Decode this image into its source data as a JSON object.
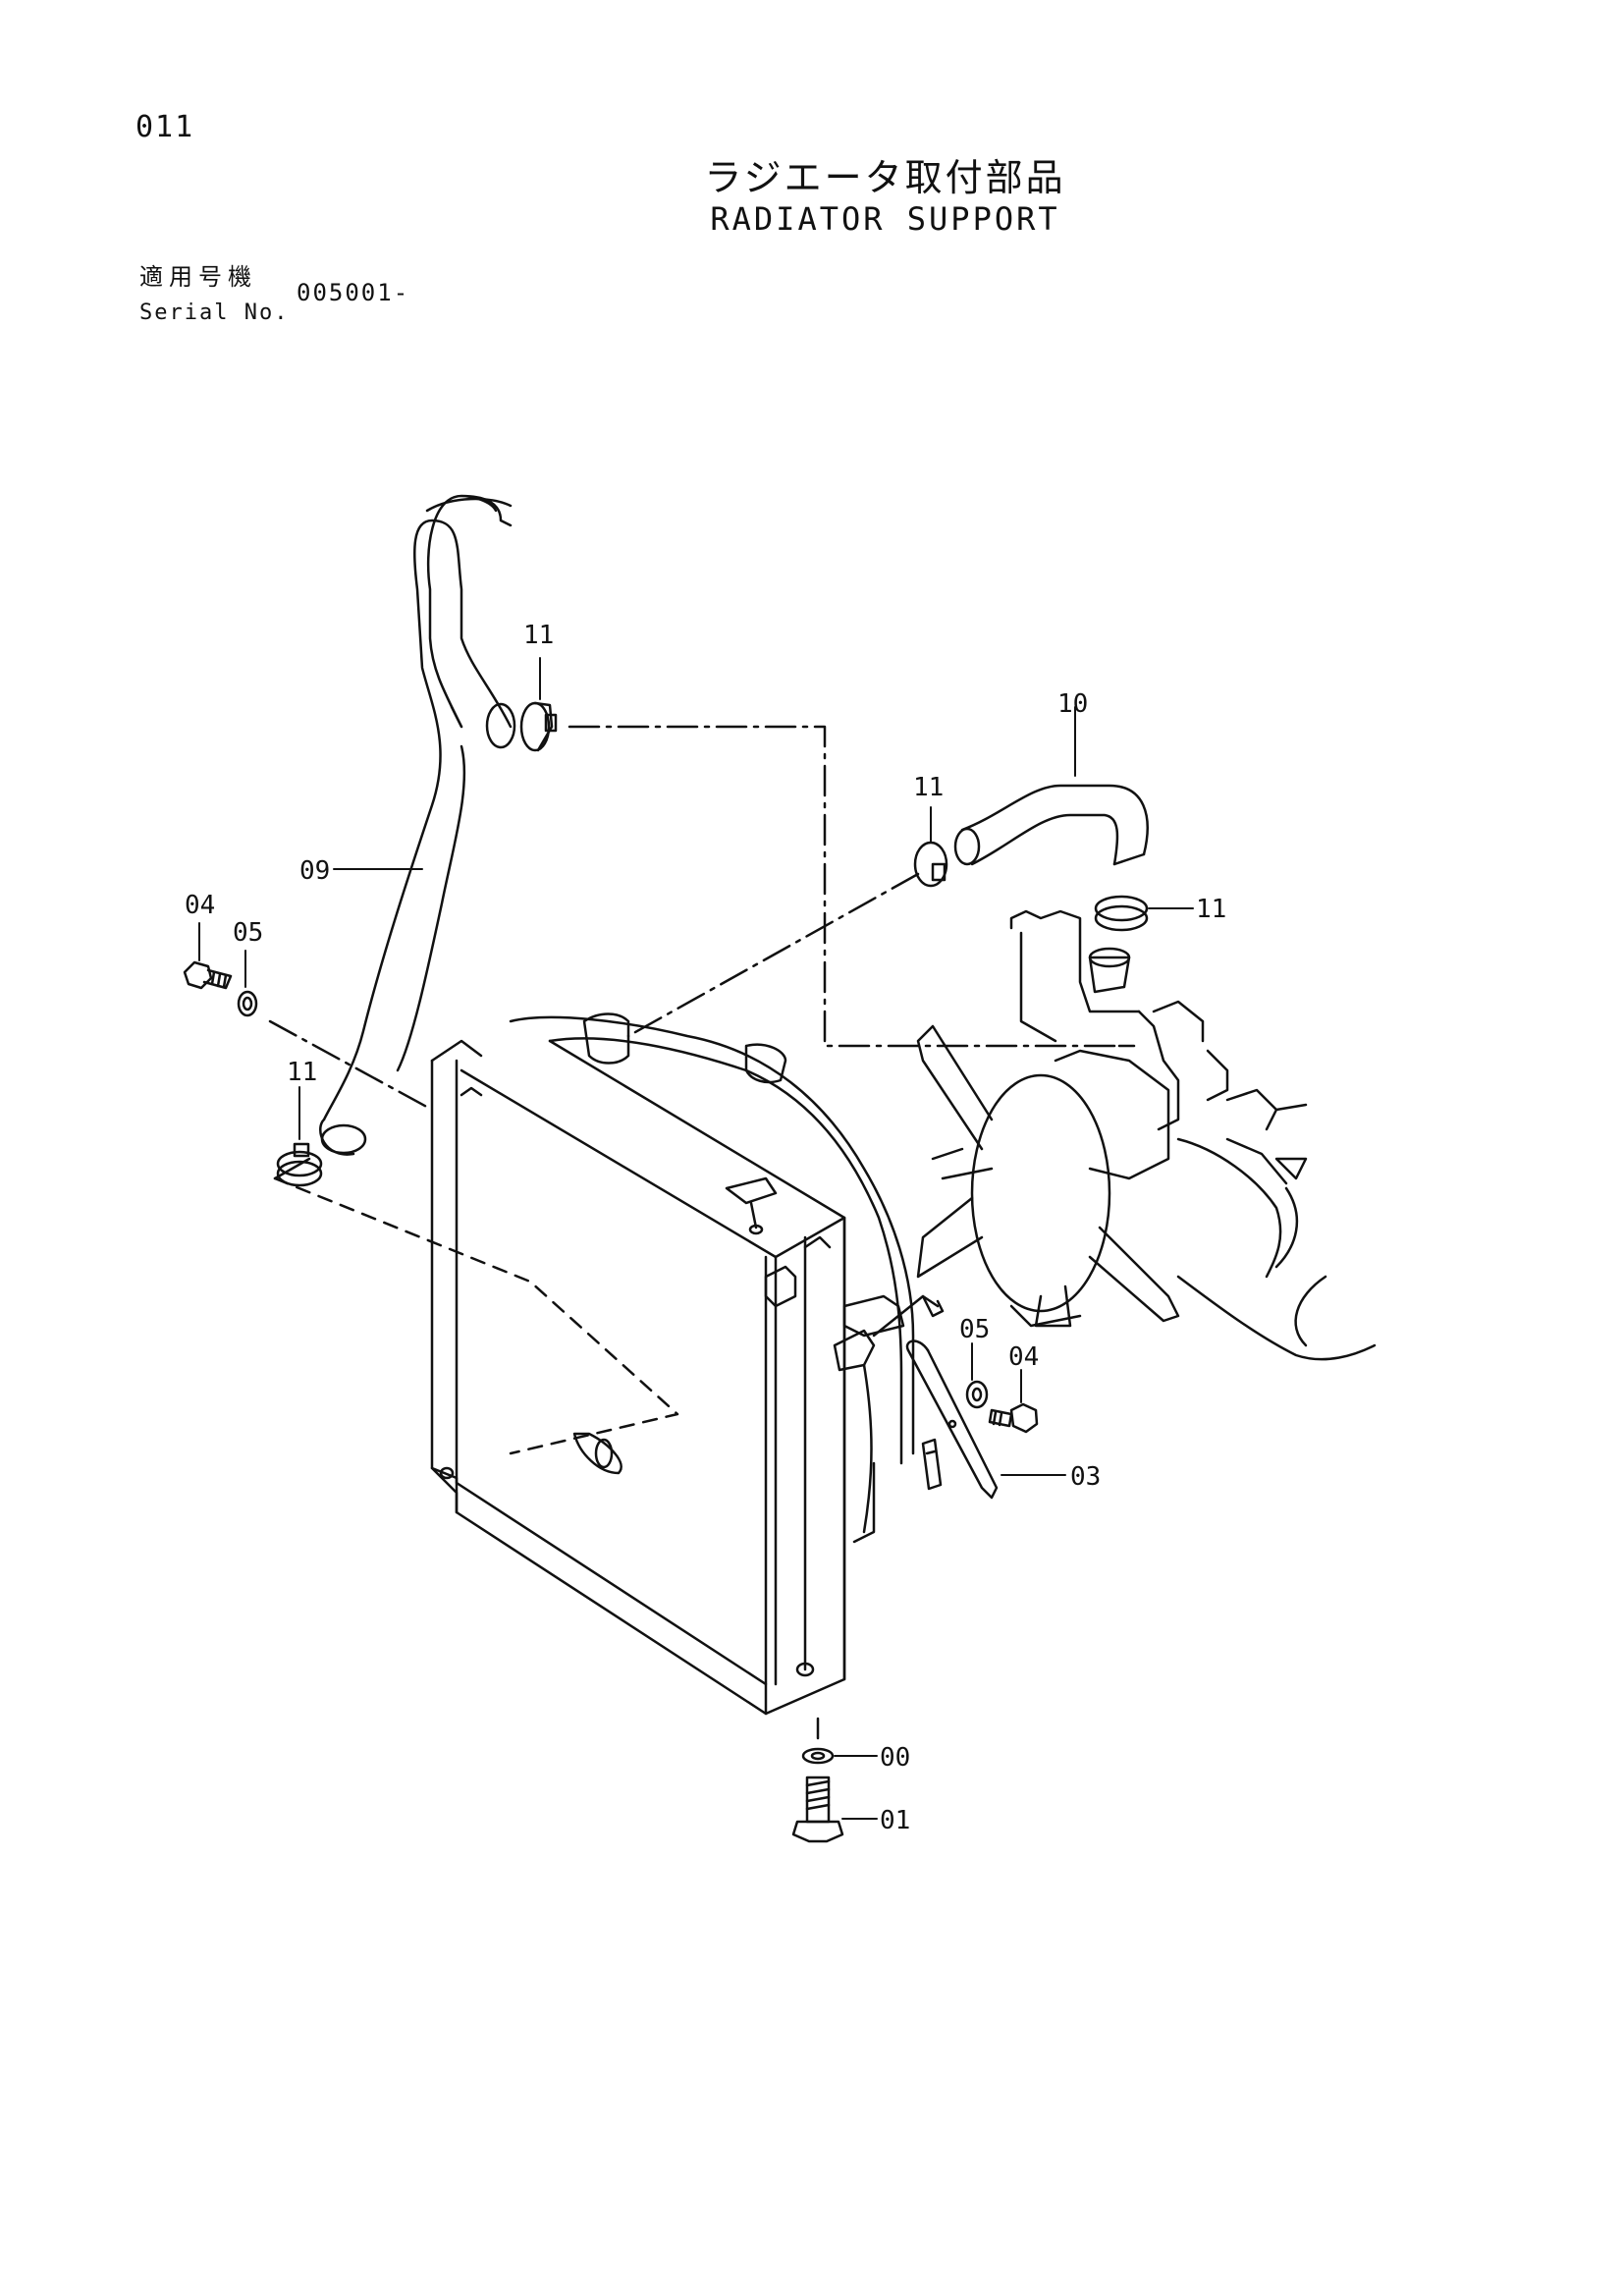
{
  "header": {
    "page_number": "011",
    "title_jp": "ラジエータ取付部品",
    "title_en": "RADIATOR SUPPORT",
    "serial_label_jp": "適用号機",
    "serial_label_en": "Serial No.",
    "serial_value": "005001-"
  },
  "callouts": [
    {
      "id": "callout-11-top",
      "label": "11"
    },
    {
      "id": "callout-10",
      "label": "10"
    },
    {
      "id": "callout-11-right-upper",
      "label": "11"
    },
    {
      "id": "callout-11-right",
      "label": "11"
    },
    {
      "id": "callout-09",
      "label": "09"
    },
    {
      "id": "callout-04-left",
      "label": "04"
    },
    {
      "id": "callout-05-left",
      "label": "05"
    },
    {
      "id": "callout-11-left",
      "label": "11"
    },
    {
      "id": "callout-05-right",
      "label": "05"
    },
    {
      "id": "callout-04-right",
      "label": "04"
    },
    {
      "id": "callout-03",
      "label": "03"
    },
    {
      "id": "callout-00",
      "label": "00"
    },
    {
      "id": "callout-01",
      "label": "01"
    }
  ]
}
